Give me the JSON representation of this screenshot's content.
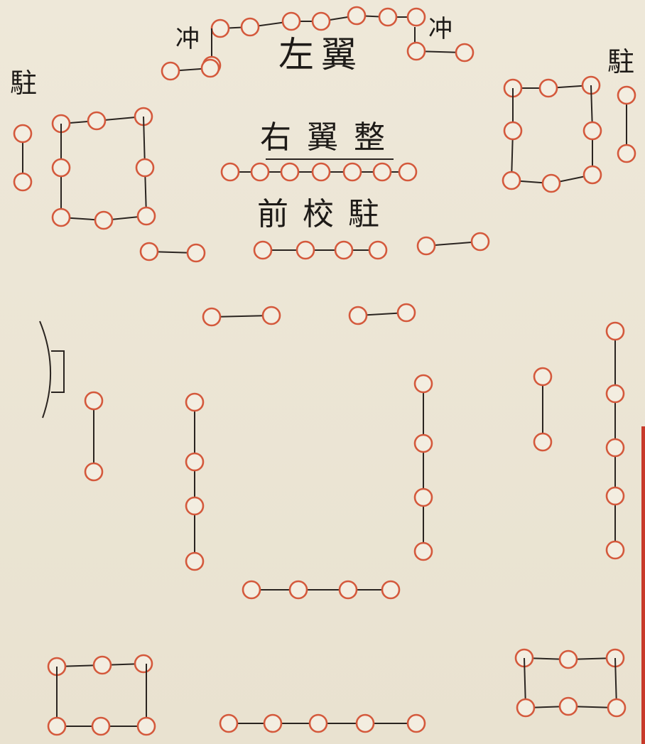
{
  "labels": {
    "left_wing": "左翼",
    "charge_left": "冲",
    "charge_right": "冲",
    "camp_left": "駐",
    "camp_right": "駐",
    "right_wing": "右翼整",
    "front_school": "前校駐"
  },
  "colors": {
    "paper": "#ece6d6",
    "ink": "#2a2420",
    "vermilion_post": "#d4593c",
    "frame_edge": "#c83a2a"
  }
}
